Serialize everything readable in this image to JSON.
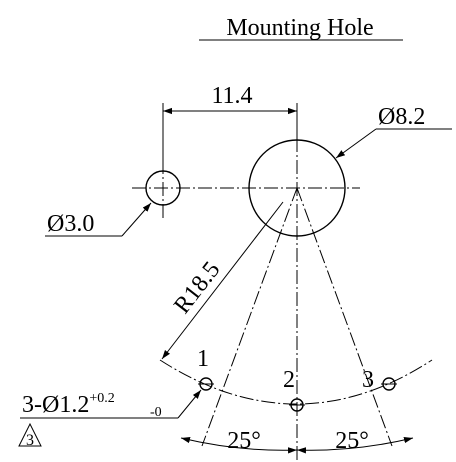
{
  "title": "Mounting Hole",
  "dimensions": {
    "spacing": "11.4",
    "large_hole_dia": "Ø8.2",
    "small_hole_dia": "Ø3.0",
    "radius": "R18.5",
    "hole_callout_main": "3-Ø1.2",
    "tol_plus": "+0.2",
    "tol_minus": "-0",
    "angle_left": "25°",
    "angle_right": "25°"
  },
  "hole_numbers": [
    "1",
    "2",
    "3"
  ],
  "note_flag": "3"
}
